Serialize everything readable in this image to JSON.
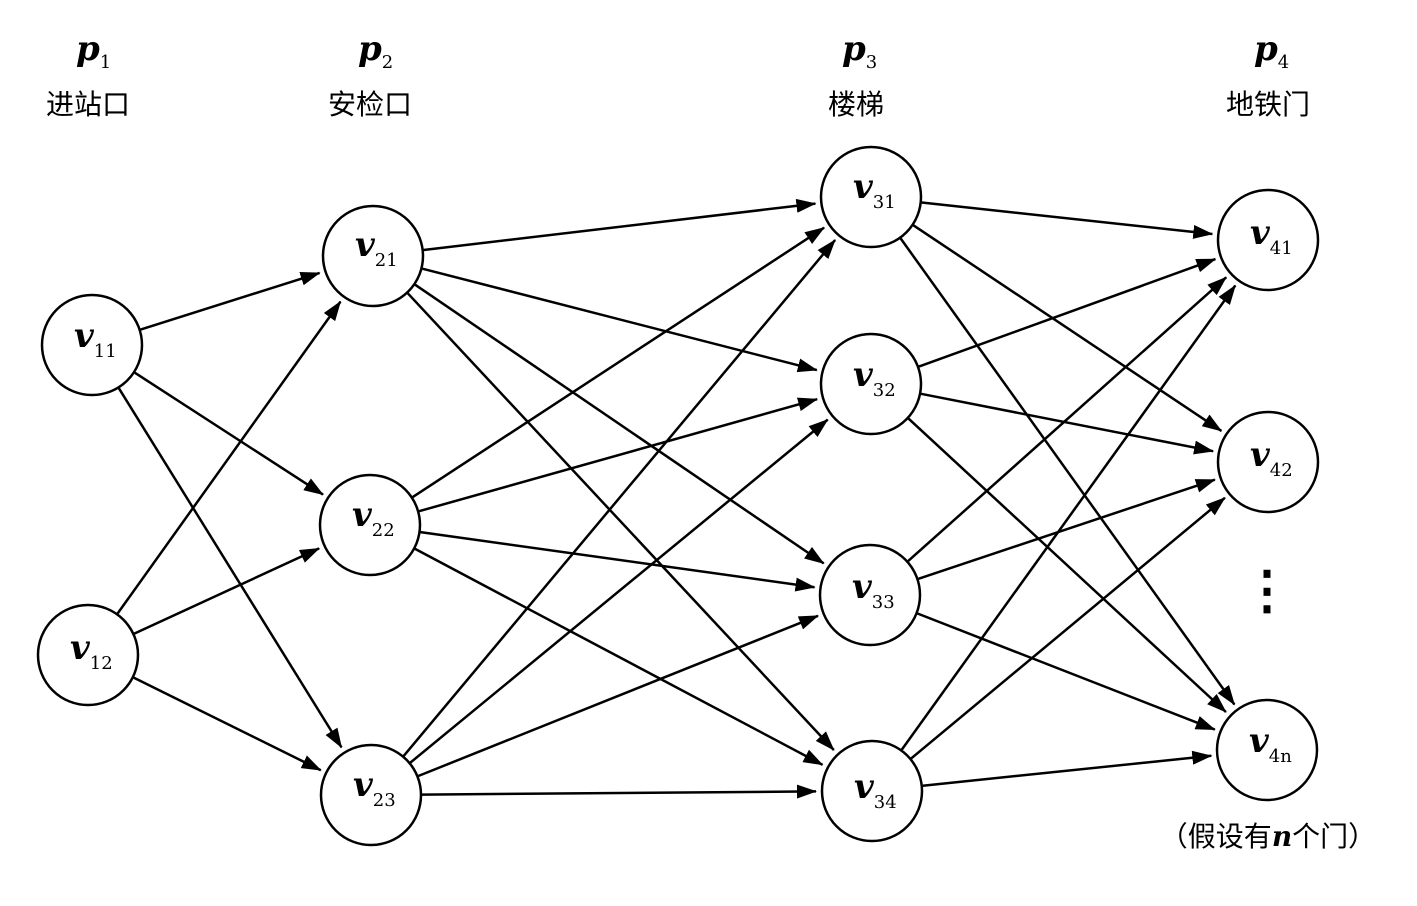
{
  "stages": [
    {
      "var": "p",
      "sub": "1",
      "label": "进站口"
    },
    {
      "var": "p",
      "sub": "2",
      "label": "安检口"
    },
    {
      "var": "p",
      "sub": "3",
      "label": "楼梯"
    },
    {
      "var": "p",
      "sub": "4",
      "label": "地铁门"
    }
  ],
  "nodes": [
    {
      "id": "v11",
      "var": "v",
      "sub": "11"
    },
    {
      "id": "v12",
      "var": "v",
      "sub": "12"
    },
    {
      "id": "v21",
      "var": "v",
      "sub": "21"
    },
    {
      "id": "v22",
      "var": "v",
      "sub": "22"
    },
    {
      "id": "v23",
      "var": "v",
      "sub": "23"
    },
    {
      "id": "v31",
      "var": "v",
      "sub": "31"
    },
    {
      "id": "v32",
      "var": "v",
      "sub": "32"
    },
    {
      "id": "v33",
      "var": "v",
      "sub": "33"
    },
    {
      "id": "v34",
      "var": "v",
      "sub": "34"
    },
    {
      "id": "v41",
      "var": "v",
      "sub": "41"
    },
    {
      "id": "v42",
      "var": "v",
      "sub": "42"
    },
    {
      "id": "v4n",
      "var": "v",
      "sub": "4n"
    }
  ],
  "edges": [
    [
      "v11",
      "v21"
    ],
    [
      "v11",
      "v22"
    ],
    [
      "v11",
      "v23"
    ],
    [
      "v12",
      "v21"
    ],
    [
      "v12",
      "v22"
    ],
    [
      "v12",
      "v23"
    ],
    [
      "v21",
      "v31"
    ],
    [
      "v21",
      "v32"
    ],
    [
      "v21",
      "v33"
    ],
    [
      "v21",
      "v34"
    ],
    [
      "v22",
      "v31"
    ],
    [
      "v22",
      "v32"
    ],
    [
      "v22",
      "v33"
    ],
    [
      "v22",
      "v34"
    ],
    [
      "v23",
      "v31"
    ],
    [
      "v23",
      "v32"
    ],
    [
      "v23",
      "v33"
    ],
    [
      "v23",
      "v34"
    ],
    [
      "v31",
      "v41"
    ],
    [
      "v31",
      "v42"
    ],
    [
      "v31",
      "v4n"
    ],
    [
      "v32",
      "v41"
    ],
    [
      "v32",
      "v42"
    ],
    [
      "v32",
      "v4n"
    ],
    [
      "v33",
      "v41"
    ],
    [
      "v33",
      "v42"
    ],
    [
      "v33",
      "v4n"
    ],
    [
      "v34",
      "v41"
    ],
    [
      "v34",
      "v42"
    ],
    [
      "v34",
      "v4n"
    ]
  ],
  "ellipsis": "⋮",
  "footnote": {
    "prefix": "（假设有",
    "var": "n",
    "suffix": "个门）"
  }
}
